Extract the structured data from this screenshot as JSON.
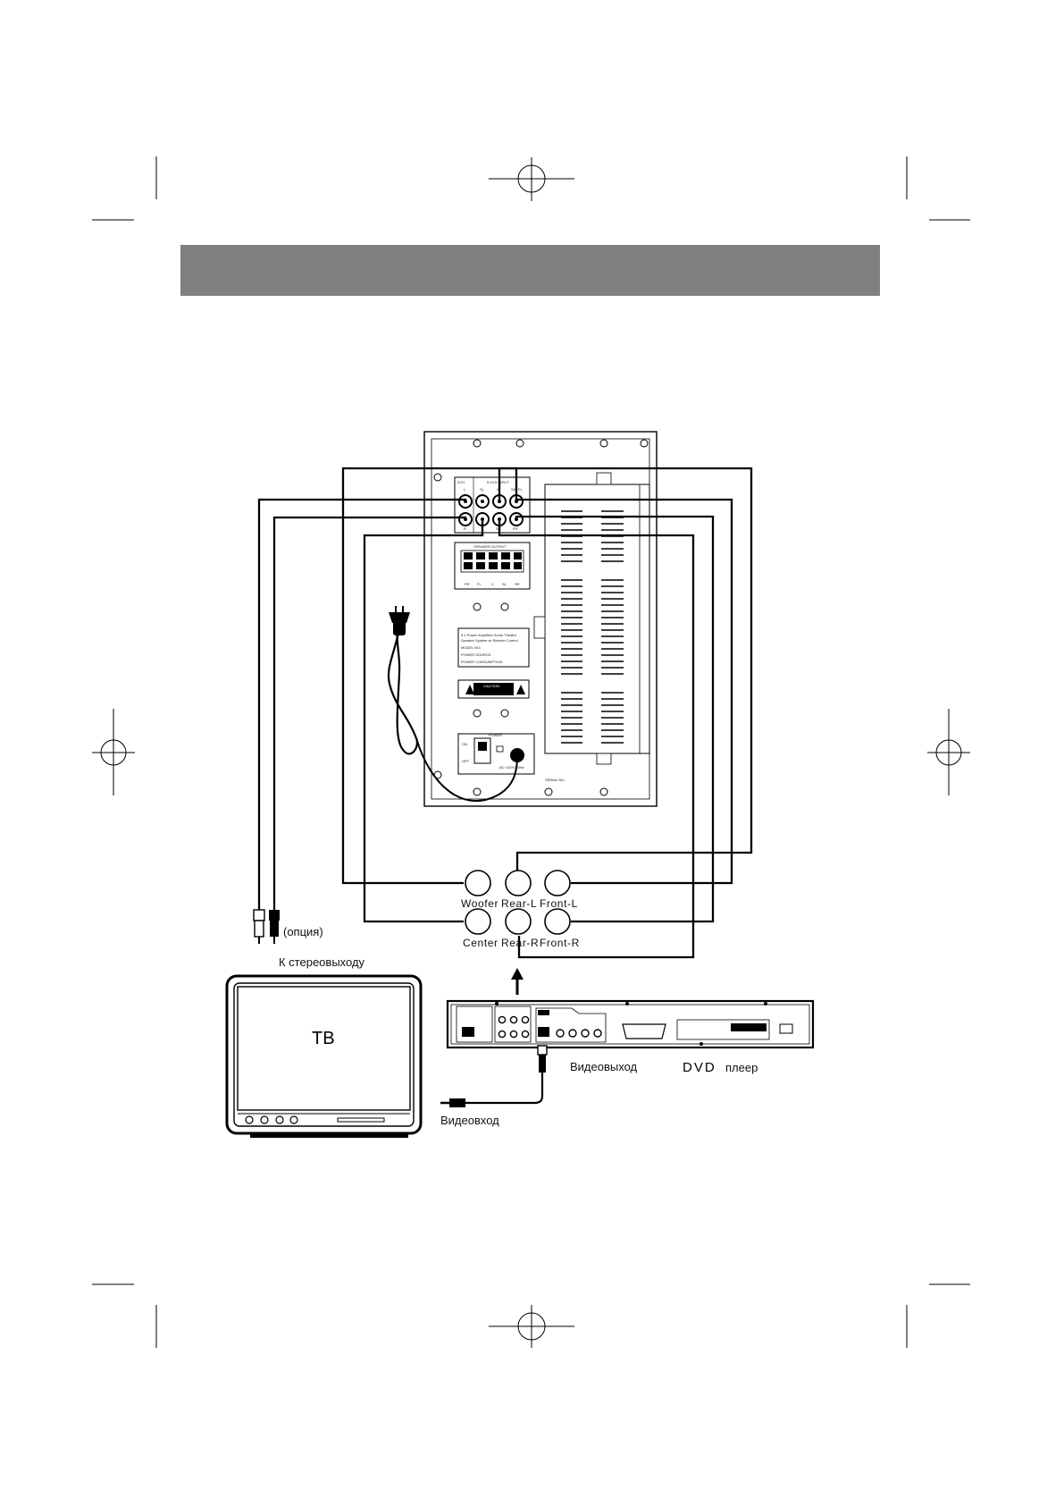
{
  "header_bar": {
    "color": "#808080"
  },
  "subwoofer_panel": {
    "input_group_labels": [
      "2CH",
      "5.1CH INPUT"
    ],
    "input_jack_labels_top": [
      "L",
      "SL",
      "C",
      "SW",
      "FL"
    ],
    "input_jack_labels_bottom": [
      "R",
      "SR",
      "FR"
    ],
    "speaker_output_title": "SPEAKER OUTPUT",
    "speaker_output_labels": [
      "FR",
      "FL",
      "C",
      "SL",
      "SR"
    ],
    "rating_lines": [
      "5.1 Power Amplified Home Theatre",
      "Speaker System w/ Remote Control",
      "MODEL NO.:",
      "POWER SOURCE:",
      "POWER CONSUMPTION:"
    ],
    "caution_title": "CAUTION",
    "power_title": "POWER",
    "power_on": "ON",
    "power_off": "OFF",
    "ac_label": "AC~220V 50Hz",
    "serial_label": "SERIAL NO.:"
  },
  "connectors": {
    "woofer": "Woofer",
    "rear_l": "Rear-L",
    "front_l": "Front-L",
    "center": "Center",
    "rear_r": "Rear-R",
    "front_r": "Front-R"
  },
  "labels": {
    "option": "(опция)",
    "to_stereo_out": "К стереовыходу",
    "tv": "ТВ",
    "video_out": "Видеовыход",
    "dvd_brand": "DVD",
    "dvd_word": "плеер",
    "video_in": "Видеовход"
  }
}
